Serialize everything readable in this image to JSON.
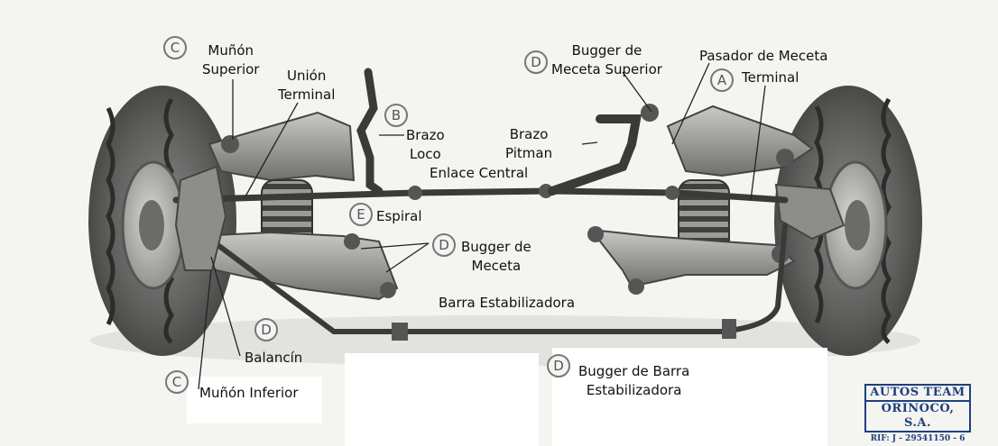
{
  "labels": {
    "munon_superior": "Muñón\nSuperior",
    "union_terminal": "Unión\nTerminal",
    "brazo_loco": "Brazo\nLoco",
    "bugger_meceta_superior": "Bugger de\nMeceta Superior",
    "pasador_meceta": "Pasador de Meceta",
    "terminal": "Terminal",
    "brazo_pitman": "Brazo\nPitman",
    "enlace_central": "Enlace Central",
    "espiral": "Espiral",
    "bugger_meceta": "Bugger de\nMeceta",
    "barra_estabilizadora": "Barra Estabilizadora",
    "balancin": "Balancín",
    "munon_inferior": "Muñón Inferior",
    "bugger_barra": "Bugger de Barra\nEstabilizadora"
  },
  "badges": {
    "c_top": "C",
    "b": "B",
    "d_top": "D",
    "a": "A",
    "e": "E",
    "d_mid": "D",
    "d_left": "D",
    "c_bottom": "C",
    "d_bottom": "D"
  },
  "logo": {
    "line1": "AUTOS TEAM",
    "line2": "ORINOCO, S.A.",
    "line3": "RIF: J - 29541150 - 6"
  }
}
